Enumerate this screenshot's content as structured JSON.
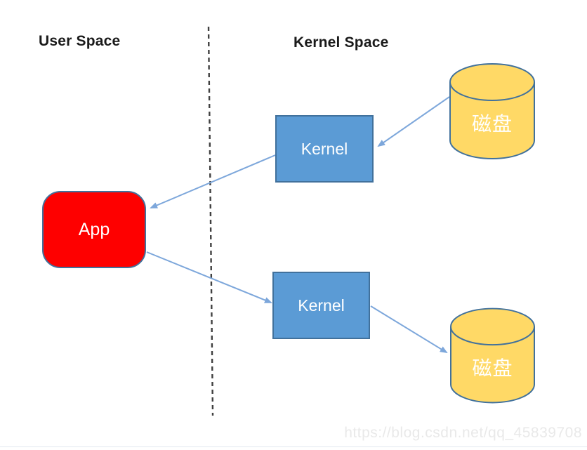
{
  "diagram": {
    "user_space_label": "User Space",
    "kernel_space_label": "Kernel Space",
    "nodes": {
      "app": {
        "label": "App",
        "fill": "#fe0000",
        "border": "#41719c"
      },
      "kernel_top": {
        "label": "Kernel",
        "fill": "#5b9bd5",
        "border": "#41719c"
      },
      "kernel_bottom": {
        "label": "Kernel",
        "fill": "#5b9bd5",
        "border": "#41719c"
      },
      "disk_top": {
        "label": "磁盘",
        "fill": "#ffd966",
        "border": "#41719c"
      },
      "disk_bottom": {
        "label": "磁盘",
        "fill": "#ffd966",
        "border": "#41719c"
      }
    },
    "edges": [
      {
        "from": "disk_top",
        "to": "kernel_top"
      },
      {
        "from": "kernel_top",
        "to": "app"
      },
      {
        "from": "app",
        "to": "kernel_bottom"
      },
      {
        "from": "kernel_bottom",
        "to": "disk_bottom"
      }
    ],
    "colors": {
      "arrow": "#7da7db",
      "boundary_dash": "#404040",
      "watermark_text": "#e9e9e9"
    },
    "watermark": "https://blog.csdn.net/qq_45839708"
  }
}
